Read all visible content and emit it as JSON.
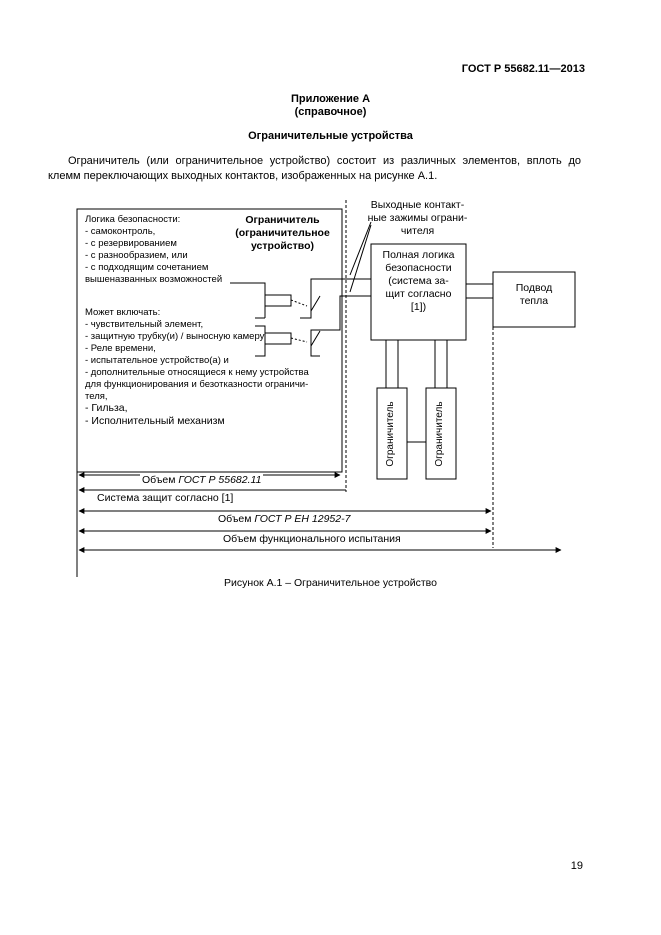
{
  "header": {
    "doc_code": "ГОСТ Р 55682.11—2013"
  },
  "annex": {
    "title": "Приложение А",
    "status": "(справочное)",
    "heading": "Ограничительные устройства"
  },
  "intro_text": "Ограничитель (или ограничительное устройство) состоит из различных элементов, вплоть до клемм переключающих выходных контактов, изображенных на рисунке А.1.",
  "figure": {
    "limiter_title": [
      "Ограничитель",
      "(ограничительное",
      "устройство)"
    ],
    "safety_logic_lines": [
      "Логика безопасности:",
      "- самоконтроль,",
      "- с резервированием",
      "- с разнообразием, или",
      "- с подходящим сочетанием",
      "вышеназванных возможностей"
    ],
    "may_include_lines": [
      "Может включать:",
      "- чувствительный элемент,",
      "- защитную трубку(и) / выносную камеру",
      "- Реле времени,",
      "- испытательное устройство(а) и",
      "- дополнительные относящиеся к нему устройства",
      "для функционирования и безотказности ограничи-",
      "теля,"
    ],
    "extra_lines": [
      "- Гильза,",
      "- Исполнительный механизм"
    ],
    "output_contacts_lines": [
      "Выходные контакт-",
      "ные зажимы ограни-",
      "чителя"
    ],
    "full_logic_lines": [
      "Полная логика",
      "безопасности",
      "(система за-",
      "щит согласно",
      "[1])"
    ],
    "heat_supply_lines": [
      "Подвод",
      "тепла"
    ],
    "limiter_vertical_1": "Ограничитель",
    "limiter_vertical_2": "Ограничитель",
    "scope_1_prefix": "Объем ",
    "scope_1_std": "ГОСТ Р 55682.11",
    "scope_2": "Система защит согласно [1]",
    "scope_3_prefix": "Объем ",
    "scope_3_std": "ГОСТ Р ЕН 12952-7",
    "scope_4": "Объем функционального испытания"
  },
  "caption": "Рисунок А.1 – Ограничительное устройство",
  "page_number": "19"
}
